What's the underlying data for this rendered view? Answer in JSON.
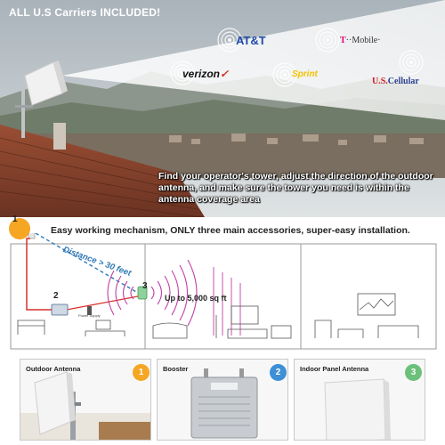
{
  "hero": {
    "title": "ALL U.S Carriers INCLUDED!",
    "caption": "Find your operator's tower, adjust the direction of the outdoor antenna, and make sure the tower you need is within the antenna coverage area"
  },
  "carriers": {
    "att": "AT&T",
    "tmobile_mark": "T",
    "tmobile_text": "··Mobile·",
    "verizon": "verizon",
    "verizon_check": "✓",
    "sprint": "Sprint",
    "uscellular_us": "U.S.",
    "uscellular_text": "Cellular"
  },
  "steps": {
    "headline": "Easy working mechanism, ONLY three main accessories, super-easy installation.",
    "step1": "1",
    "step2": "2",
    "step3": "3"
  },
  "diagram": {
    "distance_label": "Distance > 30 feet",
    "coverage_label": "Up to 5,000 sq ft",
    "power_label": "Power Supply"
  },
  "cards": [
    {
      "title": "Outdoor Antenna",
      "badge": "1",
      "badge_color": "#f5a623"
    },
    {
      "title": "Booster",
      "badge": "2",
      "badge_color": "#3d8fd6"
    },
    {
      "title": "Indoor Panel Antenna",
      "badge": "3",
      "badge_color": "#6cc07a"
    }
  ],
  "colors": {
    "accent_orange": "#f5a623",
    "accent_blue": "#3d8fd6",
    "accent_green": "#6cc07a",
    "signal_magenta": "#c23fa8",
    "cable_red": "#d9302b"
  }
}
